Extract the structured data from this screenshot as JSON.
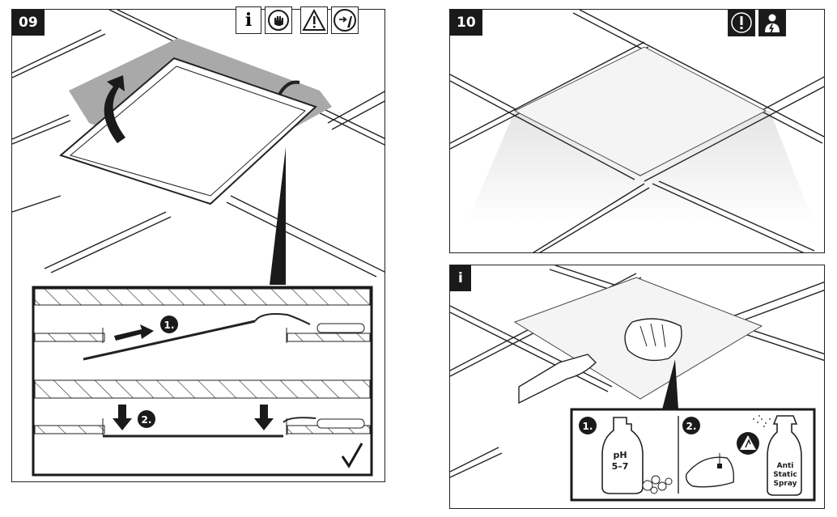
{
  "panel_09": {
    "number": "09",
    "step_1": "1.",
    "step_2": "2.",
    "icons": [
      "info-icon",
      "wear-gloves-icon",
      "warning-triangle-icon",
      "hand-pinch-hazard-icon"
    ],
    "info_glyph": "i"
  },
  "panel_10": {
    "number": "10",
    "icons": [
      "mandatory-attention-icon",
      "electrician-only-icon"
    ]
  },
  "panel_info": {
    "label": "i",
    "step_1": "1.",
    "step_2": "2.",
    "bottle_text_line1": "pH",
    "bottle_text_line2": "5–7",
    "spray_text_line1": "Anti",
    "spray_text_line2": "Static",
    "spray_text_line3": "Spray"
  },
  "colors": {
    "ink": "#1a1a1a",
    "shadow_gray": "#a9a9a9",
    "white": "#ffffff"
  }
}
